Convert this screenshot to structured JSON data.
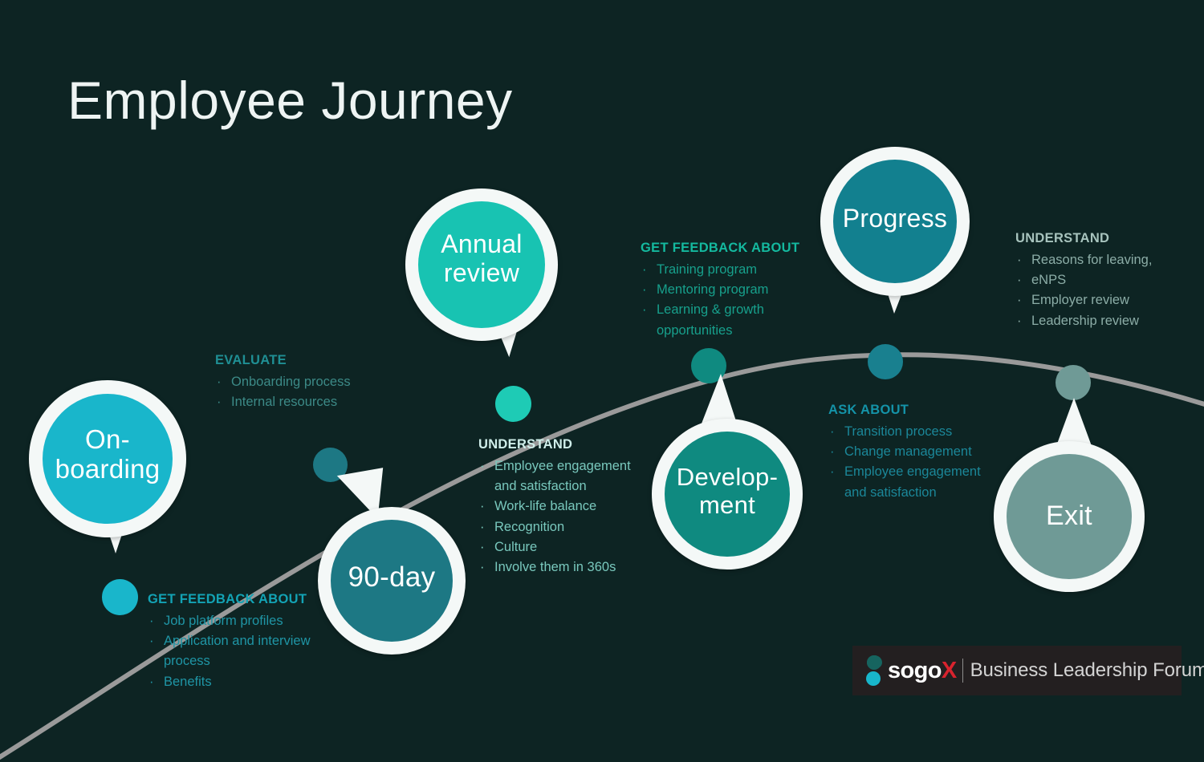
{
  "background_color": "#0d2423",
  "title": "Employee Journey",
  "curve": {
    "color": "#9a9a9a",
    "width": 6
  },
  "stages": [
    {
      "id": "onboarding",
      "label": "On-\nboarding",
      "color": "#19b6cb",
      "ring_color": "#f4f8f7",
      "tail": "down"
    },
    {
      "id": "90-day",
      "label": "90-day",
      "color": "#1d7884",
      "ring_color": "#f4f8f7",
      "tail": "up-left"
    },
    {
      "id": "annual-review",
      "label": "Annual\nreview",
      "color": "#18c3b2",
      "ring_color": "#f4f8f7",
      "tail": "down-right"
    },
    {
      "id": "development",
      "label": "Develop-\nment",
      "color": "#0f8a80",
      "ring_color": "#f4f8f7",
      "tail": "up"
    },
    {
      "id": "progress",
      "label": "Progress",
      "color": "#12808f",
      "ring_color": "#f4f8f7",
      "tail": "down"
    },
    {
      "id": "exit",
      "label": "Exit",
      "color": "#6f9a96",
      "ring_color": "#f4f8f7",
      "tail": "up"
    }
  ],
  "arc_dots": [
    {
      "id": "dot-1",
      "color": "#19b6cb"
    },
    {
      "id": "dot-2",
      "color": "#1d7884"
    },
    {
      "id": "dot-3",
      "color": "#1ecbb5"
    },
    {
      "id": "dot-4",
      "color": "#0f8a80"
    },
    {
      "id": "dot-5",
      "color": "#19808f"
    },
    {
      "id": "dot-6",
      "color": "#6f9a96"
    }
  ],
  "blocks": {
    "evaluate": {
      "heading": "EVALUATE",
      "heading_color": "#1f8f94",
      "text_color": "#3c8a87",
      "bullet": "·",
      "items": [
        "Onboarding process",
        "Internal resources"
      ]
    },
    "get_feedback_recruitment": {
      "heading": "GET FEEDBACK ABOUT",
      "heading_color": "#13a3b5",
      "text_color": "#1f95a5",
      "bullet": "·",
      "items": [
        "Job platform profiles",
        "Application and interview process",
        "Benefits"
      ]
    },
    "understand_engagement": {
      "heading": "UNDERSTAND",
      "heading_color": "#cfeeea",
      "text_color": "#79c8bd",
      "bullet": "·",
      "items": [
        "Employee engagement and satisfaction",
        "Work-life balance",
        "Recognition",
        "Culture",
        "Involve them in 360s"
      ]
    },
    "get_feedback_development": {
      "heading": "GET FEEDBACK ABOUT",
      "heading_color": "#14b99f",
      "text_color": "#17a08c",
      "bullet": "·",
      "items": [
        "Training program",
        "Mentoring program",
        "Learning & growth opportunities"
      ]
    },
    "ask_about": {
      "heading": "ASK ABOUT",
      "heading_color": "#1493a8",
      "text_color": "#1b8799",
      "bullet": "·",
      "items": [
        "Transition process",
        "Change management",
        "Employee engagement and satisfaction"
      ]
    },
    "understand_exit": {
      "heading": "UNDERSTAND",
      "heading_color": "#a7c3bd",
      "text_color": "#8cada7",
      "bullet": "·",
      "items": [
        "Reasons for leaving,",
        "eNPS",
        "Employer review",
        "Leadership review"
      ]
    }
  },
  "logo": {
    "word_main": "sogo",
    "word_accent": "X",
    "tagline": "Business Leadership Forum",
    "accent_color": "#d9232e",
    "dot_top_color": "#16645f",
    "dot_bottom_color": "#18b6cb",
    "box_color": "#231f20"
  }
}
